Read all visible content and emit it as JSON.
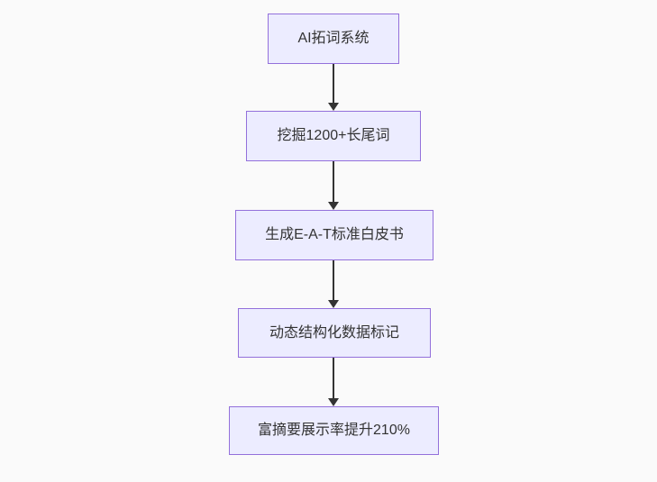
{
  "diagram": {
    "type": "flowchart",
    "direction": "top-down",
    "nodes": [
      {
        "id": "A",
        "label": "AI拓词系统"
      },
      {
        "id": "B",
        "label": "挖掘1200+长尾词"
      },
      {
        "id": "C",
        "label": "生成E-A-T标准白皮书"
      },
      {
        "id": "D",
        "label": "动态结构化数据标记"
      },
      {
        "id": "E",
        "label": "富摘要展示率提升210%"
      }
    ],
    "edges": [
      {
        "from": "A",
        "to": "B",
        "style": "arrow-down"
      },
      {
        "from": "B",
        "to": "C",
        "style": "arrow-down"
      },
      {
        "from": "C",
        "to": "D",
        "style": "arrow-down"
      },
      {
        "from": "D",
        "to": "E",
        "style": "arrow-down"
      }
    ],
    "colors": {
      "background": "#fafafa",
      "node_fill": "#ececff",
      "node_border": "#9370db",
      "arrow": "#333333",
      "text": "#333333"
    }
  }
}
